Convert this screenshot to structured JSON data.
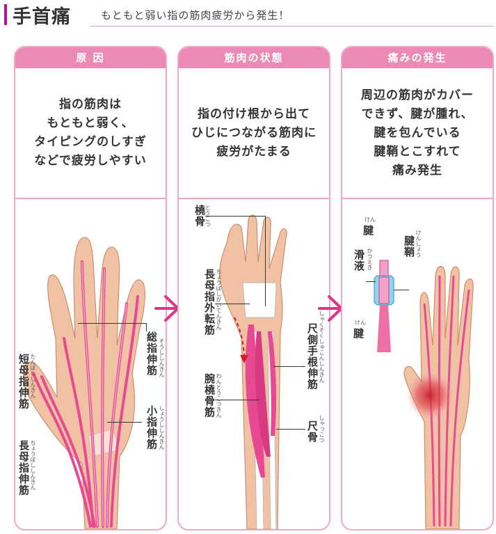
{
  "header": {
    "title": "手首痛",
    "subtitle": "もともと弱い指の筋肉疲労から発生！"
  },
  "panels": [
    {
      "heading": "原 因",
      "lines": [
        "指の筋肉は",
        "もともと弱く、",
        "タイピングのしすぎ",
        "などで疲労しやすい"
      ],
      "labels": {
        "soushi": "総指伸筋",
        "soushi_ruby": "そうししんきん",
        "tanbo": "短母指伸筋",
        "tanbo_ruby": "たんぼししんきん",
        "shoushi": "小指伸筋",
        "shoushi_ruby": "しょうししんきん",
        "choubo": "長母指伸筋",
        "choubo_ruby": "ちょうぼししんきん"
      }
    },
    {
      "heading": "筋肉の状態",
      "lines": [
        "指の付け根から出て",
        "ひじにつながる筋肉に",
        "疲労がたまる"
      ],
      "labels": {
        "toukotsu": "橈骨",
        "toukotsu_ruby": "とうこつ",
        "choubogai": "長母指外転筋",
        "choubogai_ruby": "ちょうぼしがいてんきん",
        "shakusoku": "尺側手根伸筋",
        "shakusoku_ruby": "しゃくそくしゅこんしんきん",
        "wantou": "腕橈骨筋",
        "wantou_ruby": "わんとうこつきん",
        "shakkotsu": "尺骨",
        "shakkotsu_ruby": "しゃっこつ"
      }
    },
    {
      "heading": "痛みの発生",
      "lines": [
        "周辺の筋肉がカバー",
        "できず、腱が腫れ、",
        "腱を包んでいる",
        "腱鞘とこすれて",
        "痛み発生"
      ],
      "labels": {
        "ken1": "腱",
        "ken1_ruby": "けん",
        "kenshou": "腱鞘",
        "kenshou_ruby": "けんしょう",
        "katsueki": "滑液",
        "katsueki_ruby": "かつえき",
        "ken2": "腱",
        "ken2_ruby": "けん"
      }
    }
  ],
  "colors": {
    "accent": "#b0168c",
    "panel_border": "#f2a6c8",
    "panel_head": "#eb8ab4",
    "arrow": "#e0338a",
    "skin": "#f0c2a3",
    "muscle": "#e74a92",
    "bone": "#ffffff",
    "sheath": "#8fd4ef",
    "pain": "#c71f2d"
  }
}
